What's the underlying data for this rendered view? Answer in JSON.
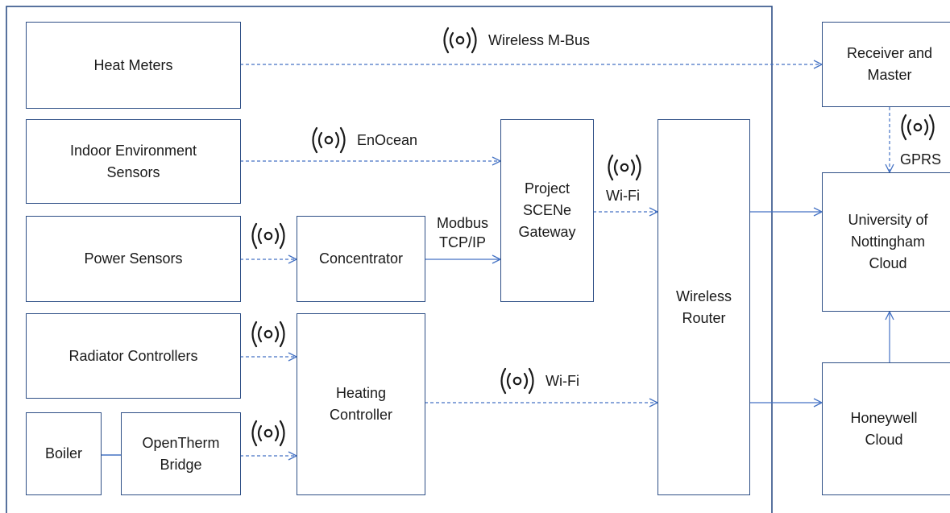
{
  "boxes": {
    "heat_meters": "Heat Meters",
    "indoor_sensors": "Indoor Environment Sensors",
    "power_sensors": "Power Sensors",
    "radiator_controllers": "Radiator Controllers",
    "boiler": "Boiler",
    "opentherm_bridge": "OpenTherm Bridge",
    "concentrator": "Concentrator",
    "heating_controller": "Heating Controller",
    "gateway": "Project SCENe Gateway",
    "wireless_router": "Wireless Router",
    "receiver_master": "Receiver and Master",
    "uon_cloud": "University of Nottingham Cloud",
    "honeywell_cloud": "Honeywell Cloud"
  },
  "labels": {
    "wireless_mbus": "Wireless M-Bus",
    "enocean": "EnOcean",
    "modbus_line1": "Modbus",
    "modbus_line2": "TCP/IP",
    "wifi_gateway": "Wi-Fi",
    "wifi_heating": "Wi-Fi",
    "gprs": "GPRS"
  },
  "icons": {
    "wireless": "wireless-signal-icon"
  },
  "colors": {
    "box_border": "#2e4f86",
    "line": "#4472c4"
  }
}
